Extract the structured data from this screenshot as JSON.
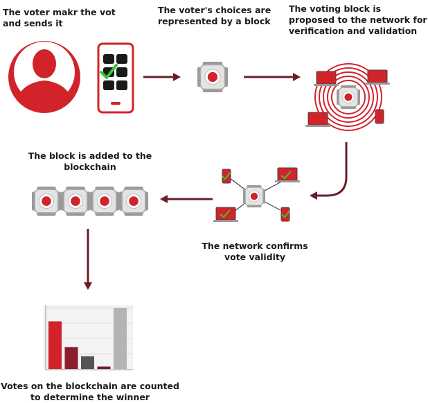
{
  "captions": {
    "voter": "The voter makr the vot and sends it",
    "block": "The voter's choices are represented by a block",
    "network": "The voting block is proposed to the network for verification and validation",
    "added": "The block is added to the blockchain",
    "confirms": "The network confirms vote validity",
    "counted": "Votes on the blockchain are counted to determine the winner"
  },
  "colors": {
    "accent": "#d2232a",
    "arrow": "#6b1e2a",
    "block_gray": "#c8c8c8",
    "dark": "#1a1a1a"
  },
  "icons": [
    "voter-avatar-icon",
    "phone-ballot-icon",
    "block-icon",
    "network-broadcast-icon",
    "devices-icon",
    "blockchain-icon",
    "bar-chart-icon"
  ],
  "chart_data": {
    "type": "bar",
    "categories": [
      "",
      "",
      "",
      "",
      ""
    ],
    "values": [
      0.78,
      0.36,
      0.21,
      0.04,
      1.0
    ],
    "colors": [
      "#d2232a",
      "#8b1e2e",
      "#555555",
      "#7a1a2a",
      "#b4b4b4"
    ],
    "title": "",
    "xlabel": "",
    "ylabel": "",
    "ylim": [
      0,
      1
    ],
    "grid": true
  }
}
